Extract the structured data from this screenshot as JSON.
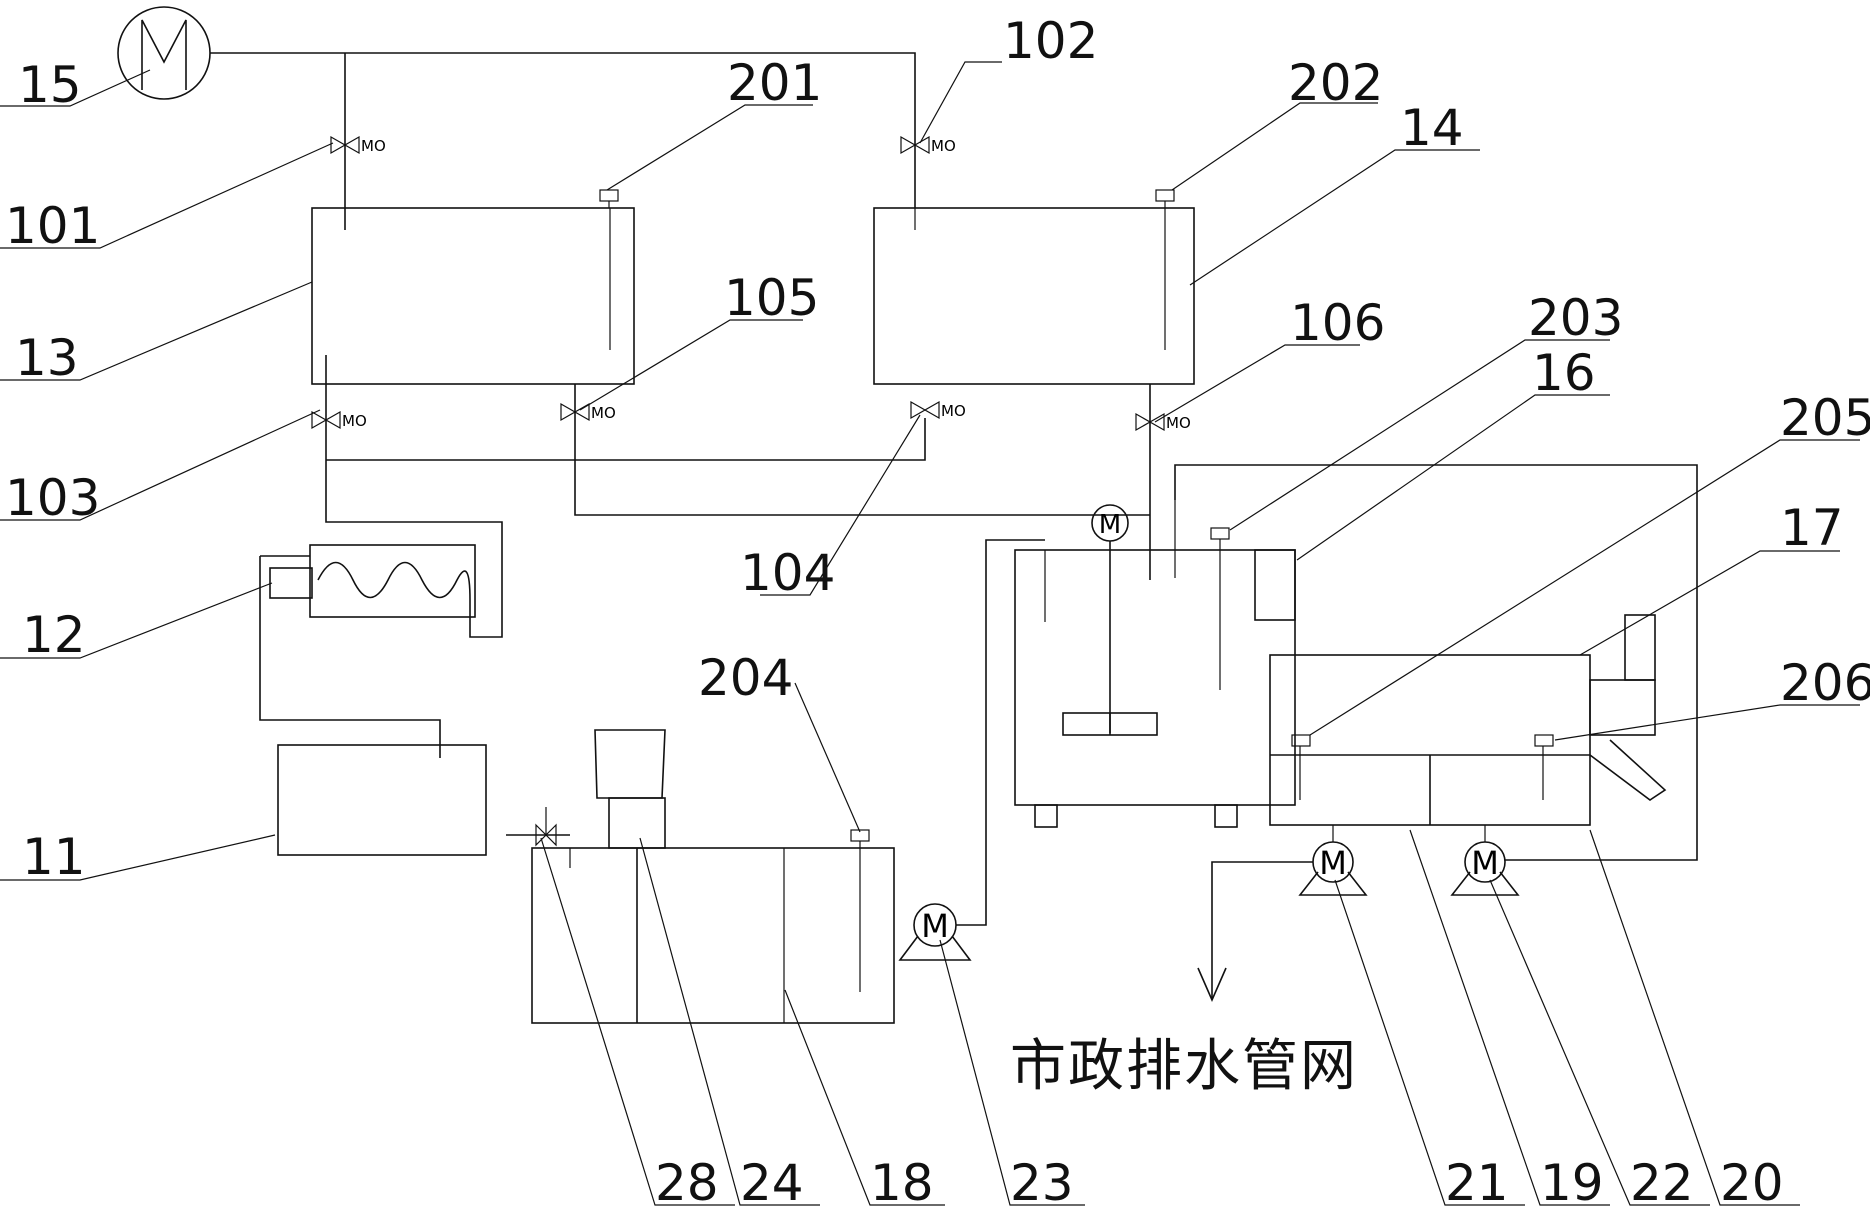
{
  "labels": {
    "l15": "15",
    "l101": "101",
    "l102": "102",
    "l201": "201",
    "l202": "202",
    "l14": "14",
    "l13": "13",
    "l105": "105",
    "l106": "106",
    "l203": "203",
    "l16": "16",
    "l205": "205",
    "l103": "103",
    "l104": "104",
    "l17": "17",
    "l12": "12",
    "l206": "206",
    "l204": "204",
    "l11": "11",
    "l28": "28",
    "l24": "24",
    "l18": "18",
    "l23": "23",
    "l21": "21",
    "l19": "19",
    "l22": "22",
    "l20": "20"
  },
  "motor_glyph": "M",
  "valve_tag": "MO",
  "outlet_caption": "市政排水管网"
}
